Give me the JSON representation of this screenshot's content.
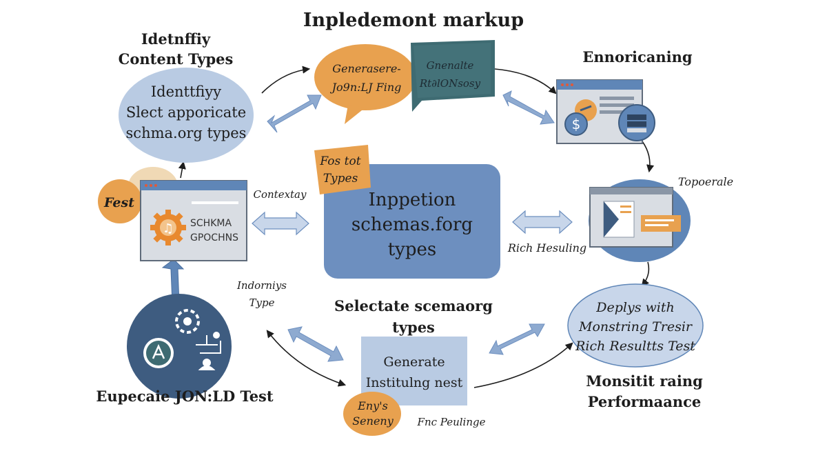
{
  "title": "Inpledemont markup",
  "nodes": {
    "identify": {
      "heading": [
        "Idetnffiy",
        "Content Types"
      ],
      "oval_lines": [
        "Identtfiyy",
        "Slect apporicate",
        "schma.org types"
      ]
    },
    "generate_bubble": {
      "lines": [
        "Generasere-",
        "Jo9n:LJ Fing"
      ]
    },
    "generate_flag": {
      "lines": [
        "Gnenalte",
        "Rt∂lONsosy"
      ]
    },
    "enhancing": {
      "heading": "Ennoricaning"
    },
    "fest": {
      "label": "Fest"
    },
    "schema_window": {
      "lines": [
        "SCHKMA",
        "GPOCHNS"
      ]
    },
    "contextual": {
      "label": "Contextay"
    },
    "center": {
      "note_lines": [
        "Fos tot",
        "Types"
      ],
      "box_lines": [
        "Inppetion",
        "schemas.forg",
        "types"
      ]
    },
    "typography": {
      "label": "Topoerale"
    },
    "rich": {
      "label": "Rich Hesuling"
    },
    "deploy": {
      "lines": [
        "Deplys with",
        "Monstring Tresir",
        "Rich Resultts Test"
      ]
    },
    "monitoring": {
      "heading": [
        "Monsitit raing",
        "Performaance"
      ]
    },
    "indoctrinary": {
      "lines": [
        "Indorniys",
        "Type"
      ]
    },
    "select": {
      "heading": [
        "Selectate scemaorg",
        "types"
      ],
      "box_lines": [
        "Generate",
        "Institulng nest"
      ],
      "envy_lines": [
        "Eny's",
        "Seneny"
      ],
      "fnc_label": "Fnc Peulinge"
    },
    "test": {
      "heading": "Eupecaie JON:LD Test"
    }
  },
  "icons": [
    "gear-music-icon",
    "dollar-icon",
    "document-icon",
    "server-icon",
    "gear-icon",
    "triangle-badge-icon",
    "user-network-icon",
    "browser-window-icon"
  ],
  "colors": {
    "steel_blue": "#5f86b7",
    "light_blue": "#b9cbe3",
    "box_blue": "#6d8fbf",
    "orange": "#e8a14f",
    "teal": "#3e6b72",
    "gray_window": "#d9dde3",
    "arrow": "#7c9bc3"
  }
}
